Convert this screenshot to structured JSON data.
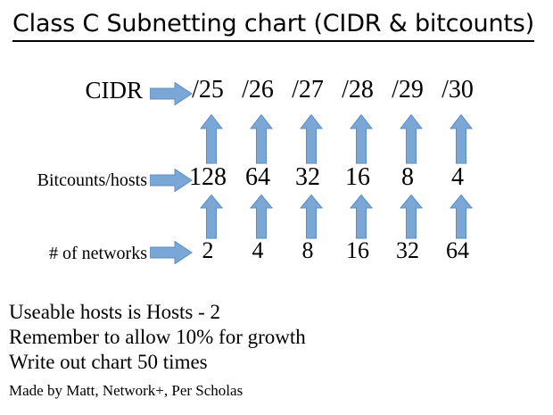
{
  "title": "Class C Subnetting chart (CIDR & bitcounts)",
  "colors": {
    "arrow_fill": "#7BA7D7",
    "arrow_stroke": "#5B8CC4",
    "text": "#000000",
    "background": "#FFFFFF"
  },
  "chart_data": {
    "type": "table",
    "title": "Class C Subnetting chart (CIDR & bitcounts)",
    "categories": [
      "/25",
      "/26",
      "/27",
      "/28",
      "/29",
      "/30"
    ],
    "series": [
      {
        "name": "CIDR",
        "values": [
          "/25",
          "/26",
          "/27",
          "/28",
          "/29",
          "/30"
        ]
      },
      {
        "name": "Bitcounts/hosts",
        "values": [
          128,
          64,
          32,
          16,
          8,
          4
        ]
      },
      {
        "name": "# of networks",
        "values": [
          2,
          4,
          8,
          16,
          32,
          64
        ]
      }
    ],
    "xlabel": "",
    "ylabel": "",
    "grid": false,
    "legend": "none"
  },
  "rows": [
    {
      "label": "CIDR",
      "arrow_icon": "arrow-right-icon",
      "values": [
        "/25",
        "/26",
        "/27",
        "/28",
        "/29",
        "/30"
      ]
    },
    {
      "label": "Bitcounts/hosts",
      "arrow_icon": "arrow-right-icon",
      "values": [
        "128",
        "64",
        "32",
        "16",
        "8",
        "4"
      ]
    },
    {
      "label": "# of networks",
      "arrow_icon": "arrow-right-icon",
      "values": [
        "2",
        "4",
        "8",
        "16",
        "32",
        "64"
      ]
    }
  ],
  "connector_icon": "arrow-up-icon",
  "notes": [
    "Useable hosts is Hosts - 2",
    "Remember to allow 10% for growth",
    "Write out chart 50 times"
  ],
  "credit": "Made by Matt, Network+, Per Scholas"
}
